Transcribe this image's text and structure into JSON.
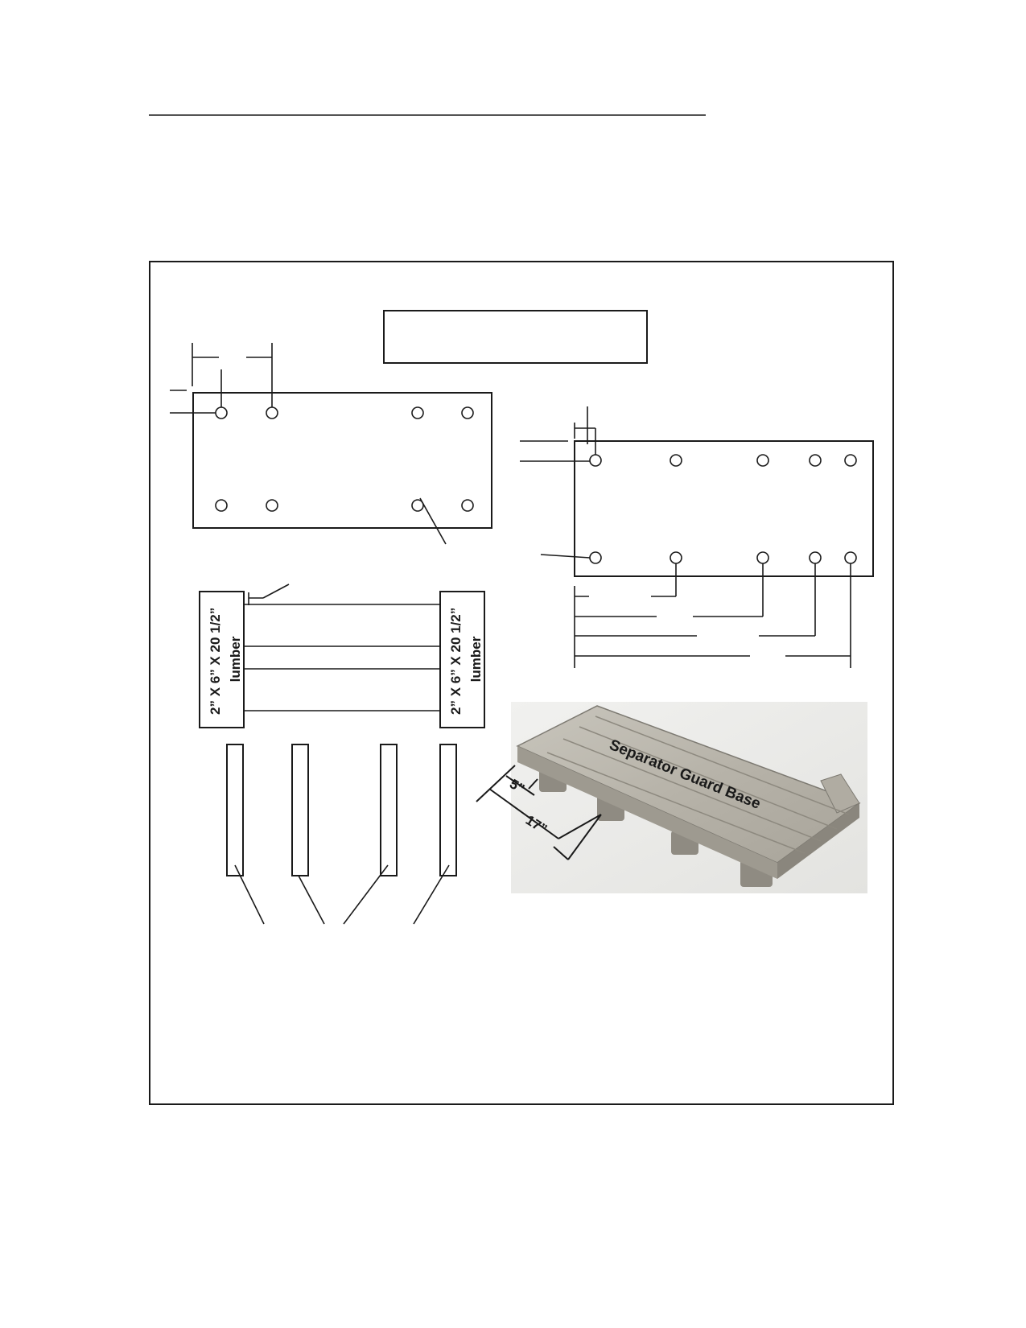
{
  "lumber_label_line1": "2” X 6” X 20 1/2”",
  "lumber_label_line2": "lumber",
  "photo": {
    "title": "Separator Guard Base",
    "dim_short": "5”",
    "dim_long": "17”"
  },
  "colors": {
    "ink": "#1a1a1a",
    "wood_light": "#d2cfc6",
    "wood_dark": "#8f8b82"
  }
}
